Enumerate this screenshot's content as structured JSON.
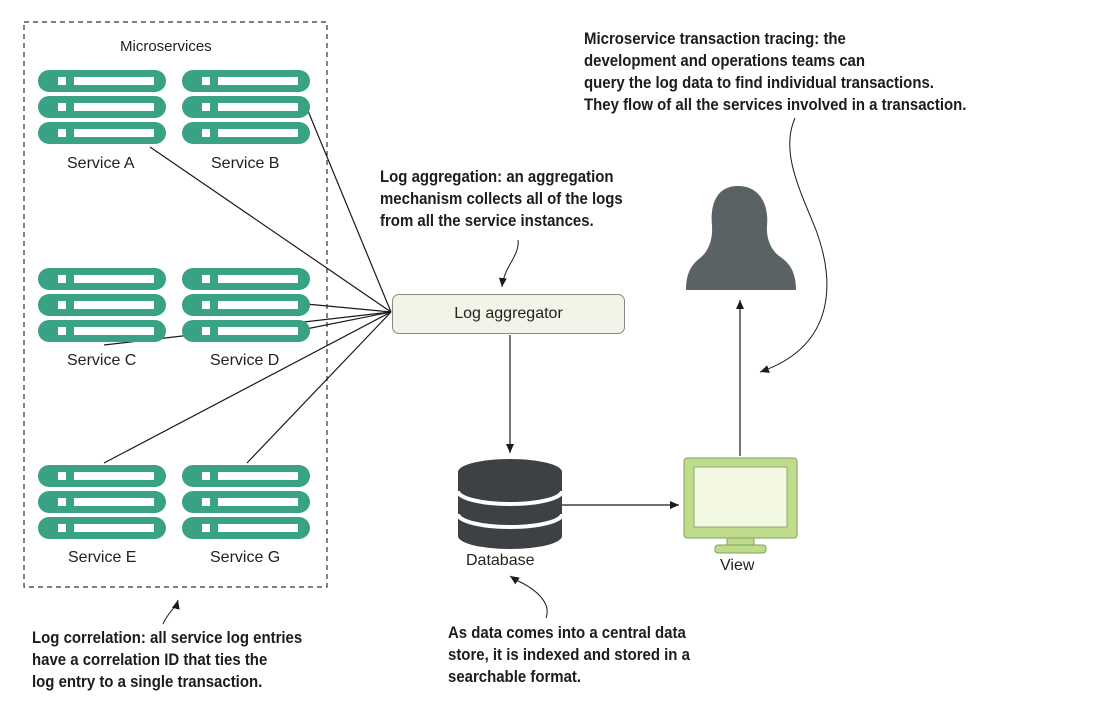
{
  "microservices_group": {
    "title": "Microservices",
    "services": [
      {
        "label": "Service A"
      },
      {
        "label": "Service B"
      },
      {
        "label": "Service C"
      },
      {
        "label": "Service D"
      },
      {
        "label": "Service E"
      },
      {
        "label": "Service G"
      }
    ]
  },
  "aggregator": {
    "label": "Log aggregator"
  },
  "database": {
    "label": "Database"
  },
  "view": {
    "label": "View"
  },
  "notes": {
    "log_aggregation": [
      "Log aggregation: an aggregation",
      "mechanism collects all of the logs",
      "from all the service instances."
    ],
    "tracing": [
      "Microservice transaction tracing:  the",
      "development and operations teams can",
      "query the log data to find individual transactions.",
      "They flow of all the services involved in a transaction."
    ],
    "correlation": [
      "Log correlation: all service log entries",
      "have a correlation ID that ties the",
      "log entry to a single transaction."
    ],
    "storage": [
      "As data comes into a central data",
      "store, it is indexed and stored in a",
      "searchable format."
    ]
  },
  "colors": {
    "server_green": "#3aa284",
    "database_dark": "#3d4044",
    "monitor_green": "#bfdc8c",
    "monitor_screen": "#f3f8e3",
    "person_gray": "#5a6266",
    "aggregator_fill": "#f3f3e8"
  },
  "icons": [
    "server-stack-icon",
    "database-icon",
    "monitor-icon",
    "person-silhouette-icon"
  ]
}
